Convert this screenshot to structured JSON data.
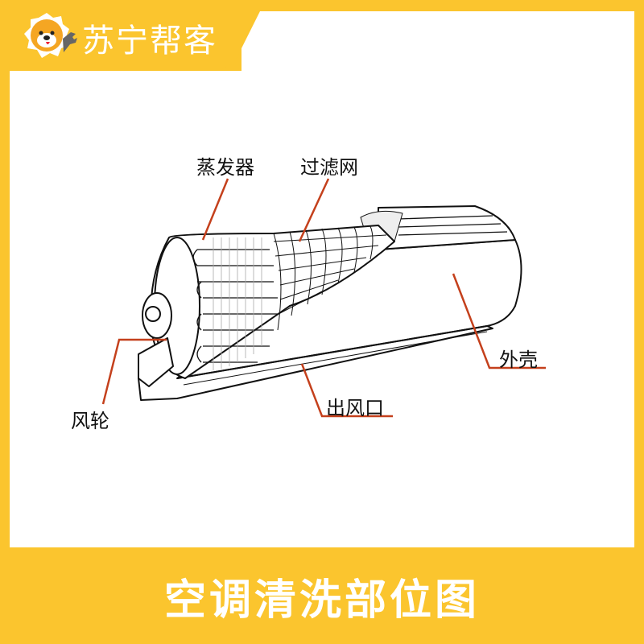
{
  "brand": {
    "name": "苏宁帮客",
    "color": "#fbc52e"
  },
  "labels": {
    "evaporator": "蒸发器",
    "filter": "过滤网",
    "fan_wheel": "风轮",
    "outlet": "出风口",
    "casing": "外壳"
  },
  "leader_color": "#c4401c",
  "footer": {
    "title": "空调清洗部位图"
  }
}
